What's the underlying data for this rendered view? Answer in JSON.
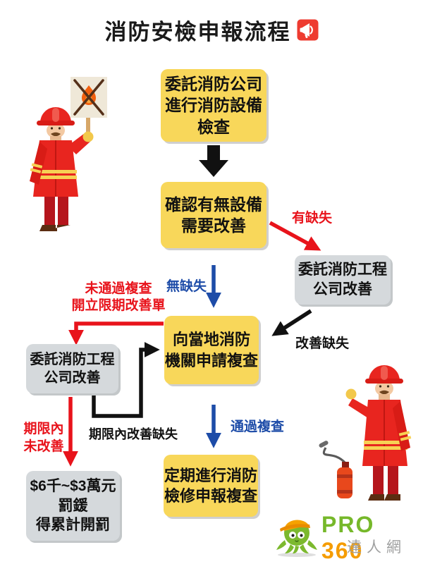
{
  "title": {
    "text": "消防安檢申報流程",
    "icon": "megaphone-icon"
  },
  "colors": {
    "box_yellow": "#f8d75a",
    "box_gray": "#d5d9dc",
    "arrow_red": "#e8131b",
    "arrow_blue": "#1d4ca8",
    "arrow_black": "#111111",
    "logo_green": "#76b82a",
    "logo_orange": "#f59c00",
    "logo_gray": "#9fa0a0"
  },
  "flow": {
    "step1": {
      "line1": "委託消防公司",
      "line2": "進行消防設備",
      "line3": "檢查"
    },
    "step2": {
      "line1": "確認有無設備",
      "line2": "需要改善"
    },
    "fix_right": {
      "line1": "委託消防工程",
      "line2": "公司改善"
    },
    "review": {
      "line1": "向當地消防",
      "line2": "機關申請複查"
    },
    "fix_left": {
      "line1": "委託消防工程",
      "line2": "公司改善"
    },
    "fine": {
      "line1": "$6千~$3萬元",
      "line2": "罰鍰",
      "line3": "得累計開罰"
    },
    "periodic": {
      "line1": "定期進行消防",
      "line2": "檢修申報複查"
    }
  },
  "labels": {
    "has_defect": "有缺失",
    "no_defect": "無缺失",
    "improve_defect": "改善缺失",
    "fail_review_line1": "未通過複查",
    "fail_review_line2": "開立限期改善單",
    "overdue_line1": "期限內",
    "overdue_line2": "未改善",
    "improved_in_time": "期限內改善缺失",
    "pass_review": "通過複查"
  },
  "illustrations": {
    "left": "firefighter-holding-no-fire-sign",
    "right": "firefighter-with-fire-extinguisher"
  },
  "logo": {
    "brand_pro": "PRO",
    "brand_360": "360",
    "brand_sub": "達人網",
    "icon": "octopus-mascot-icon"
  }
}
